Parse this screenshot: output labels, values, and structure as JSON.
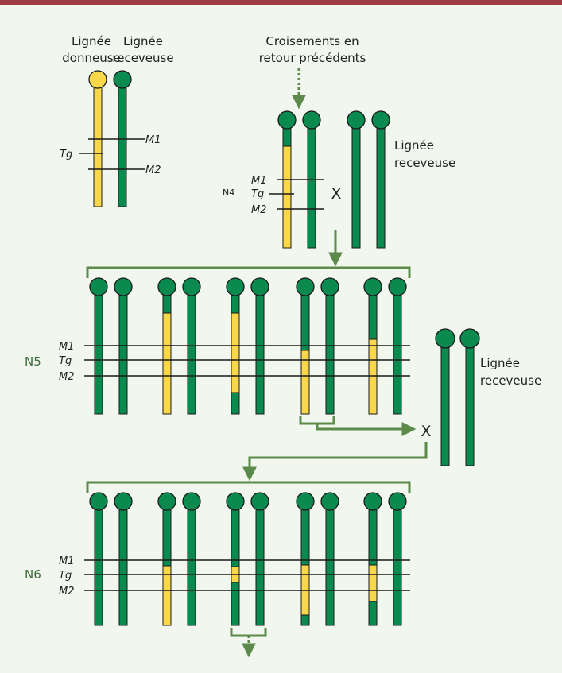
{
  "colors": {
    "recipient_green": "#0a8a4e",
    "donor_yellow": "#f8d84a",
    "outline": "#1a1a1a",
    "arrow_green": "#5b8a4a",
    "generation_label": "#3e6a3b",
    "background": "#f1f6ee",
    "top_bar": "#9e3a44"
  },
  "labels": {
    "donor_line": [
      "Lignée",
      "donneuse"
    ],
    "recipient_line": [
      "Lignée",
      "receveuse"
    ],
    "previous_backcrosses": [
      "Croisements en",
      "retour précédents"
    ],
    "recipient_line_right_1": [
      "Lignée",
      "receveuse"
    ],
    "recipient_line_right_2": [
      "Lignée",
      "receveuse"
    ]
  },
  "markers": {
    "m1": "M1",
    "tg": "Tg",
    "m2": "M2"
  },
  "generations": {
    "n4": "N4",
    "n5": "N5",
    "n6": "N6"
  },
  "cross_symbol": "X"
}
